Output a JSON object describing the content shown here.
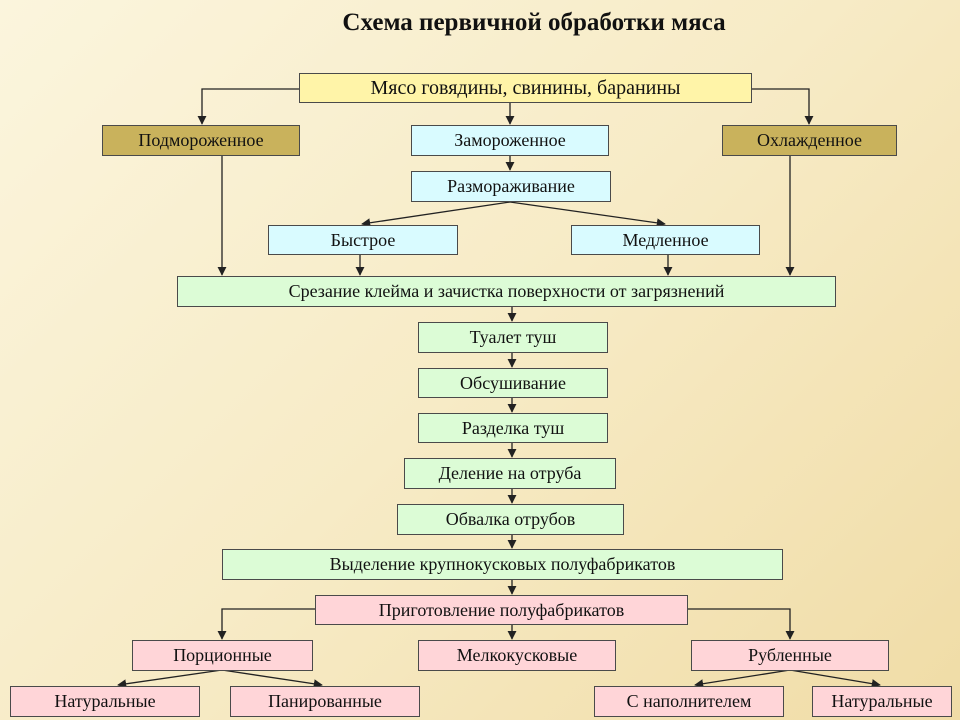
{
  "title": "Схема первичной обработки мяса",
  "nodes": {
    "root": "Мясо говядины, свинины, баранины",
    "subfrozen": "Подмороженное",
    "frozen": "Замороженное",
    "chilled": "Охлажденное",
    "thawing": "Размораживание",
    "fast": "Быстрое",
    "slow": "Медленное",
    "stamp_removal": "Срезание клейма и зачистка поверхности от загрязнений",
    "carcass_toilet": "Туалет туш",
    "drying": "Обсушивание",
    "carcass_cutting": "Разделка туш",
    "division_cuts": "Деление на отруба",
    "deboning": "Обвалка отрубов",
    "large_pieces": "Выделение крупнокусковых полуфабрикатов",
    "semi_products": "Приготовление полуфабрикатов",
    "portioned": "Порционные",
    "small_pieces": "Мелкокусковые",
    "chopped": "Рубленные",
    "natural_portioned": "Натуральные",
    "breaded": "Панированные",
    "with_filler": "С наполнителем",
    "natural_chopped": "Натуральные"
  },
  "colors": {
    "root": "#fff4a8",
    "olive": "#c9b25c",
    "cyan": "#d9fbff",
    "green": "#dcfcd6",
    "pink": "#ffd5d8",
    "arrow": "#222222"
  }
}
